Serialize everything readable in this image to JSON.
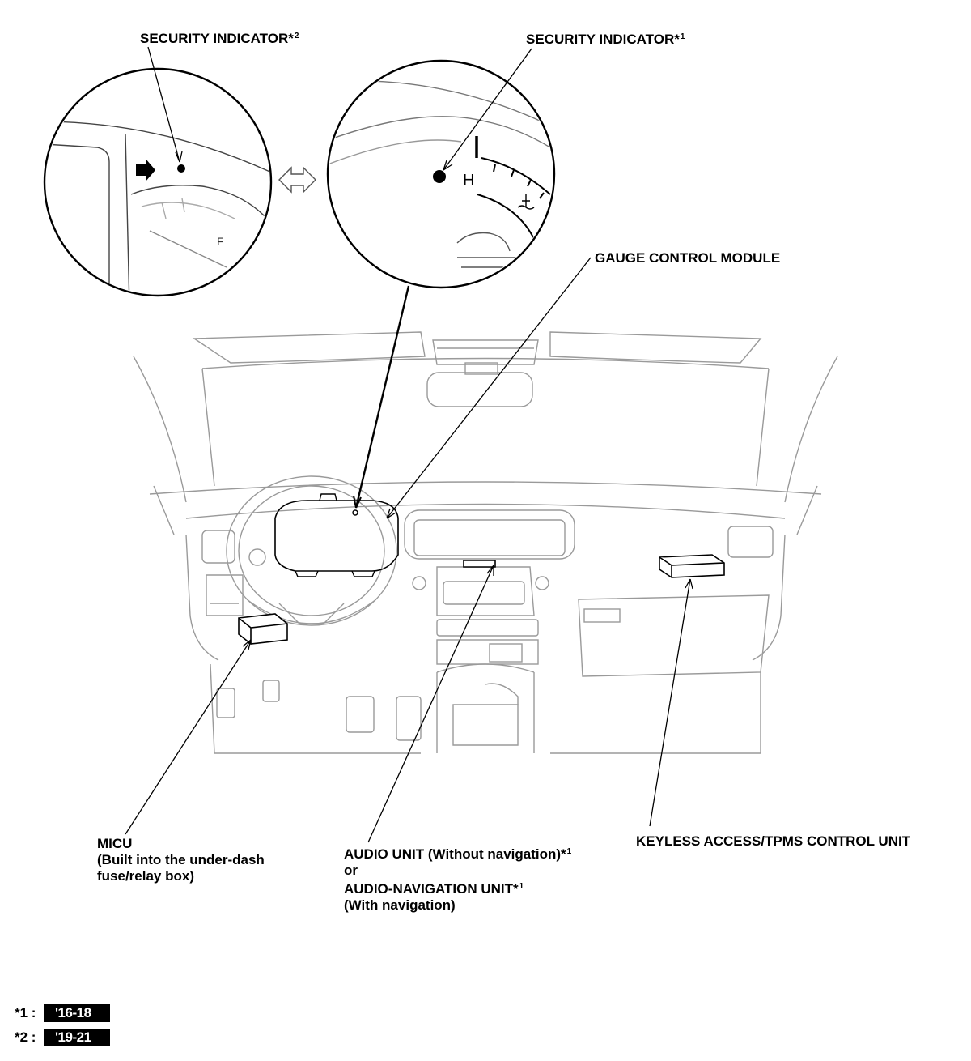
{
  "labels": {
    "security_indicator_2": {
      "text": "SECURITY INDICATOR*",
      "sup": "2"
    },
    "security_indicator_1": {
      "text": "SECURITY INDICATOR*",
      "sup": "1"
    },
    "gauge_control_module": "GAUGE CONTROL MODULE",
    "micu": {
      "line1": "MICU",
      "line2": "(Built into the under-dash",
      "line3": "fuse/relay box)"
    },
    "audio": {
      "line1": "AUDIO UNIT (Without navigation)*",
      "line1_sup": "1",
      "line2": "or",
      "line3": "AUDIO-NAVIGATION UNIT*",
      "line3_sup": "1",
      "line4": "(With navigation)"
    },
    "keyless": "KEYLESS ACCESS/TPMS CONTROL UNIT"
  },
  "gauge_marks": {
    "h": "H",
    "f": "F"
  },
  "legend": [
    {
      "key": "*1 :",
      "value": "'16-18"
    },
    {
      "key": "*2 :",
      "value": "'19-21"
    }
  ],
  "colors": {
    "line": "#000000",
    "faint_line": "#9a9a9a",
    "badge_bg": "#000000",
    "badge_text": "#ffffff"
  }
}
